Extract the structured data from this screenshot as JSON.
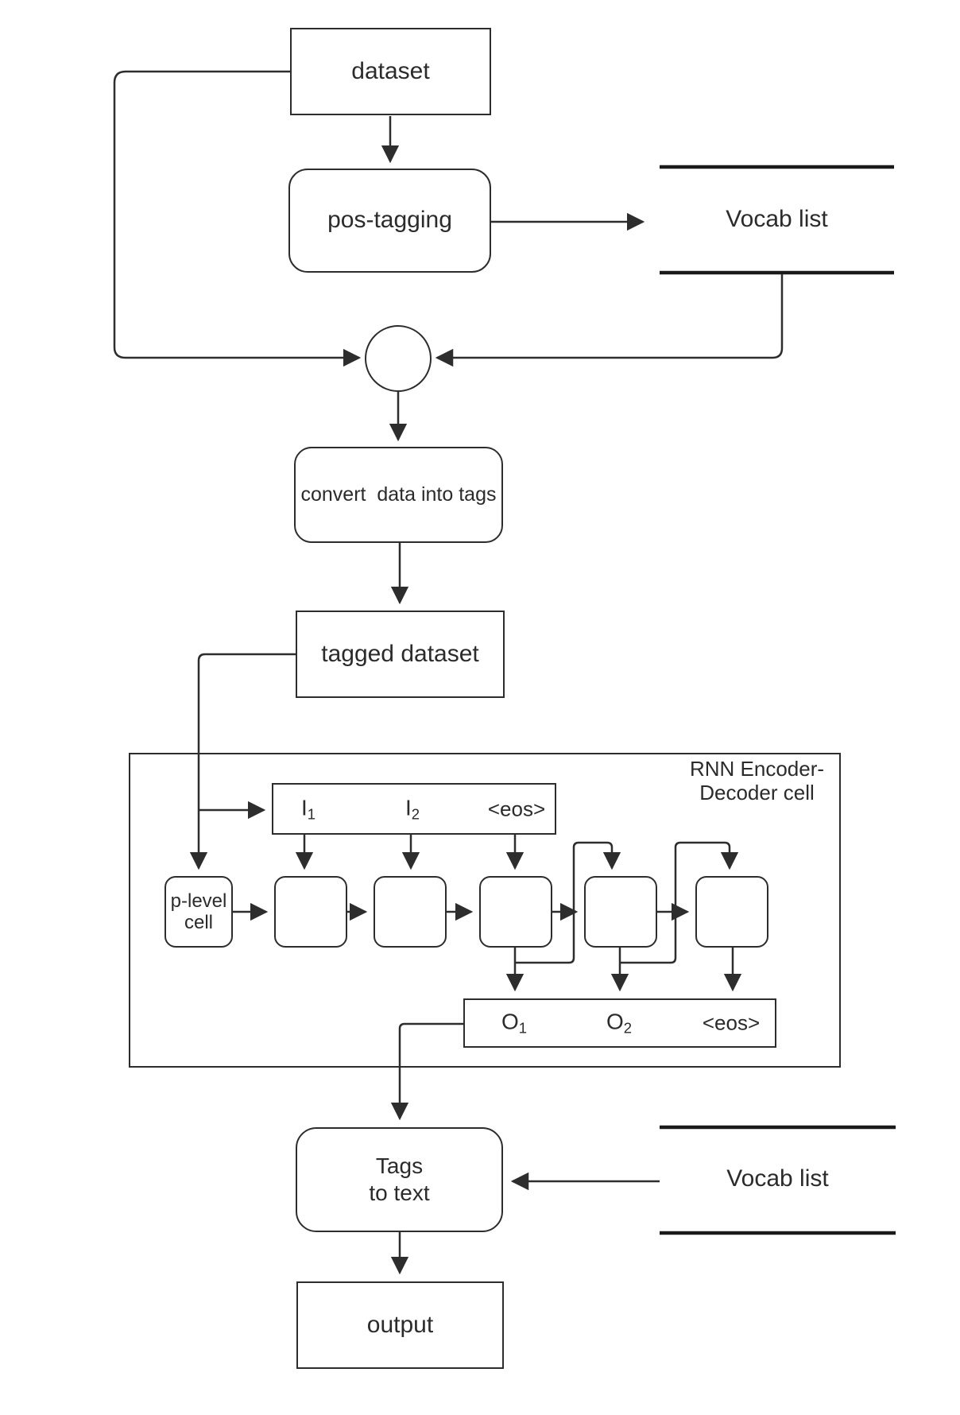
{
  "nodes": {
    "dataset": {
      "label": "dataset"
    },
    "pos_tagging": {
      "label": "pos-tagging"
    },
    "vocab_list_top": {
      "label": "Vocab list"
    },
    "convert": {
      "label": "convert  data into tags"
    },
    "tagged_dataset": {
      "label": "tagged dataset"
    },
    "rnn_container": {
      "label_line1": "RNN Encoder-",
      "label_line2": "Decoder cell"
    },
    "p_level_cell": {
      "label_line1": "p-level",
      "label_line2": "cell"
    },
    "tags_to_text": {
      "label_line1": "Tags",
      "label_line2": "to text"
    },
    "vocab_list_bottom": {
      "label": "Vocab list"
    },
    "output": {
      "label": "output"
    }
  },
  "input_row": {
    "items": [
      {
        "base": "I",
        "sub": "1"
      },
      {
        "base": "I",
        "sub": "2"
      },
      {
        "base": "<eos>",
        "sub": ""
      }
    ]
  },
  "output_row": {
    "items": [
      {
        "base": "O",
        "sub": "1"
      },
      {
        "base": "O",
        "sub": "2"
      },
      {
        "base": "<eos>",
        "sub": ""
      }
    ]
  },
  "colors": {
    "line": "#2d2d2d",
    "thick_line": "#1a1a1a",
    "background": "#ffffff",
    "text": "#2b2b2b"
  }
}
